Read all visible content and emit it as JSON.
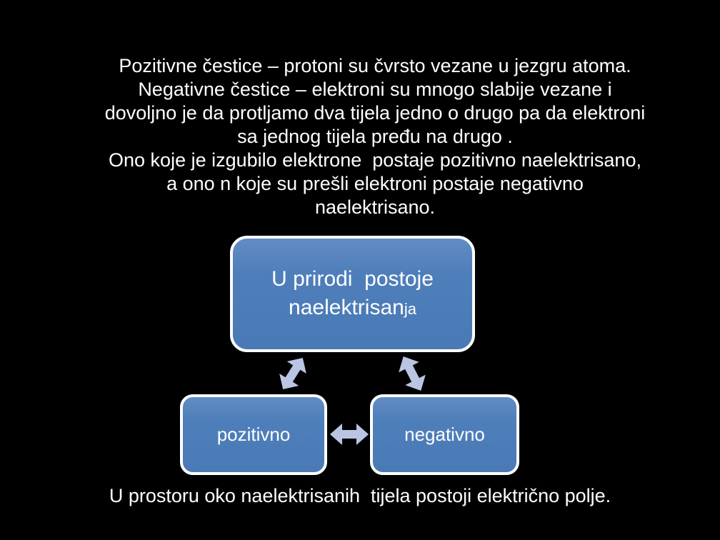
{
  "slide": {
    "background_color": "#000000",
    "text_color": "#ffffff"
  },
  "paragraph": {
    "lines": [
      "Pozitivne čestice – protoni su čvrsto vezane u jezgru atoma.",
      "Negativne čestice – elektroni su mnogo slabije vezane i",
      "dovoljno je da protljamo dva tijela jedno o drugo pa da elektroni",
      "sa jednog tijela pređu na drugo .",
      "Ono koje je izgubilo elektrone  postaje pozitivno naelektrisano,",
      "a ono n koje su prešli elektroni postaje negativno",
      "naelektrisano."
    ]
  },
  "diagram": {
    "box_fill_color": "#4f7fba",
    "box_border_color": "#fefefe",
    "arrow_color": "#b9c5e2",
    "top_box": {
      "line1": "U prirodi  postoje",
      "line2_main": "naelektrisan",
      "line2_small": "ja"
    },
    "left_box": {
      "label": "pozitivno"
    },
    "right_box": {
      "label": "negativno"
    }
  },
  "footer": {
    "text": "U prostoru oko naelektrisanih  tijela postoji električno polje."
  }
}
